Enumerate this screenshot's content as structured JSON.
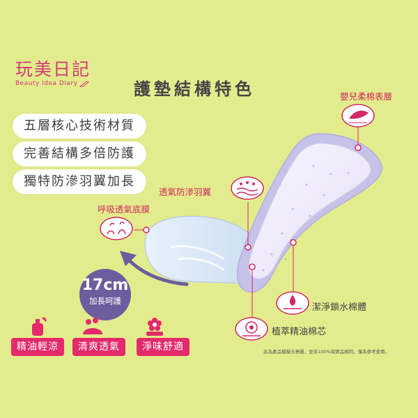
{
  "brand": {
    "title": "玩美日記",
    "subtitle": "Beauty Idea Diary"
  },
  "title": "護墊結構特色",
  "features": [
    {
      "label": "五層核心技術材質"
    },
    {
      "label": "完善結構多倍防護"
    },
    {
      "label": "獨特防滲羽翼加長"
    }
  ],
  "layers": {
    "top": "嬰兒柔棉表層",
    "wings": "透氣防滲羽翼",
    "breathable": "呼吸透氣底膜",
    "absorb": "潔淨鎖水棉體",
    "core": "植萃精油棉芯"
  },
  "length_badge": {
    "length": "17cm",
    "note": "加長呵護"
  },
  "bottom_labels": [
    "精油輕涼",
    "清爽透氣",
    "淨味舒適"
  ],
  "disclaimer": "此為產品模擬示意圖，並非100%與實品相同，僅為參考使用。",
  "colors": {
    "background": "#e3ec8c",
    "accent": "#e32a6b",
    "badge": "#6b5d9e",
    "pad": "#c8c8ea"
  }
}
